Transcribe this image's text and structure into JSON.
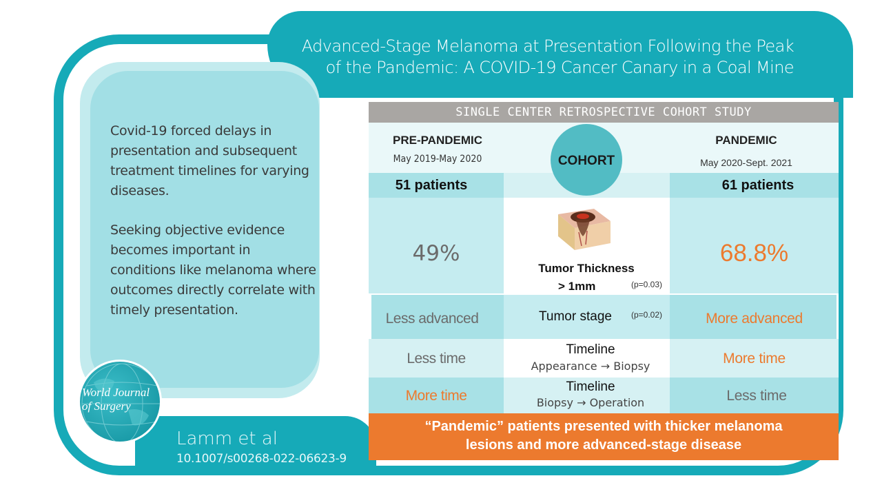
{
  "title": {
    "line1": "Advanced-Stage Melanoma at Presentation Following the Peak",
    "line2": "of the Pandemic: A COVID-19 Cancer Canary in a Coal Mine"
  },
  "left_panel": {
    "paragraph1": "Covid-19 forced delays in presentation and subsequent treatment timelines for varying diseases.",
    "paragraph2": "Seeking objective evidence becomes important in conditions like melanoma where outcomes directly correlate with timely presentation."
  },
  "journal": {
    "name_line1": "World Journal",
    "name_line2": "of Surgery"
  },
  "author": {
    "name": "Lamm et al",
    "doi": "10.1007/s00268-022-06623-9"
  },
  "study": {
    "header": "SINGLE CENTER RETROSPECTIVE COHORT STUDY",
    "pre": {
      "label": "PRE-PANDEMIC",
      "dates": "May 2019-May 2020",
      "patients": "51 patients"
    },
    "cohort_label": "COHORT",
    "pandemic": {
      "label": "PANDEMIC",
      "dates": "May 2020-Sept. 2021",
      "patients": "61 patients"
    },
    "thickness": {
      "pre_value": "49%",
      "label_line1": "Tumor Thickness",
      "label_line2": "> 1mm",
      "p_value": "(p=0.03)",
      "pandemic_value": "68.8%",
      "image_icon": "skin-lesion-icon"
    },
    "stage": {
      "pre_value": "Less advanced",
      "label": "Tumor stage",
      "p_value": "(p=0.02)",
      "pandemic_value": "More advanced"
    },
    "timeline1": {
      "pre_value": "Less time",
      "label": "Timeline",
      "sub": "Appearance → Biopsy",
      "pandemic_value": "More time"
    },
    "timeline2": {
      "pre_value": "More time",
      "label": "Timeline",
      "sub": "Biopsy → Operation",
      "pandemic_value": "Less time"
    },
    "conclusion_line1": "“Pandemic” patients presented with thicker melanoma",
    "conclusion_line2": "lesions and more advanced-stage disease"
  },
  "colors": {
    "teal": "#16aab8",
    "orange": "#ec7a2e",
    "grey_bar": "#a9a6a3"
  }
}
